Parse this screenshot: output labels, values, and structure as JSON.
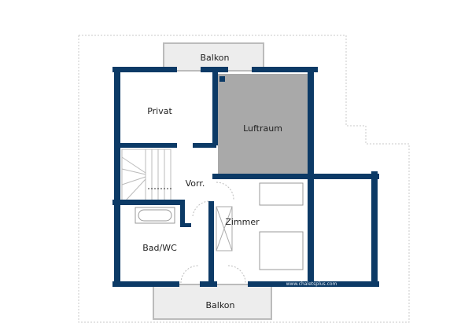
{
  "rooms": {
    "balkon_top": "Balkon",
    "privat": "Privat",
    "luftraum": "Luftraum",
    "vorraum": "Vorr.",
    "zimmer": "Zimmer",
    "bad_wc": "Bad/WC",
    "balkon_bottom": "Balkon"
  },
  "watermark": "www.chaletsplus.com",
  "colors": {
    "wall": "#0c3a66",
    "void": "#a9a9a9",
    "balcony": "#ededed"
  }
}
